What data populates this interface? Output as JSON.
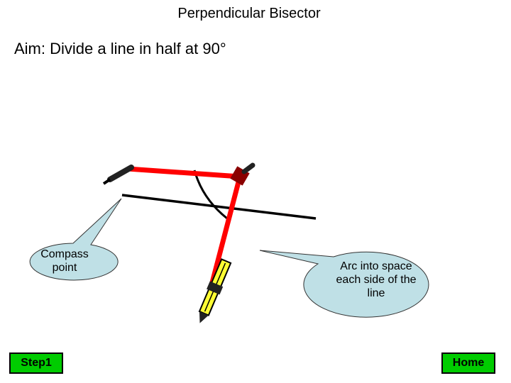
{
  "title": "Perpendicular Bisector",
  "aim": "Aim: Divide a line in half at 90°",
  "callouts": {
    "compass_point": "Compass point",
    "arc_space": "Arc into space each side of the line"
  },
  "buttons": {
    "step": "Step1",
    "home": "Home"
  },
  "colors": {
    "compass_arm": "#ff0000",
    "callout_fill": "#bfe0e6",
    "button_fill": "#00cc00",
    "pencil": "#ffff33"
  }
}
